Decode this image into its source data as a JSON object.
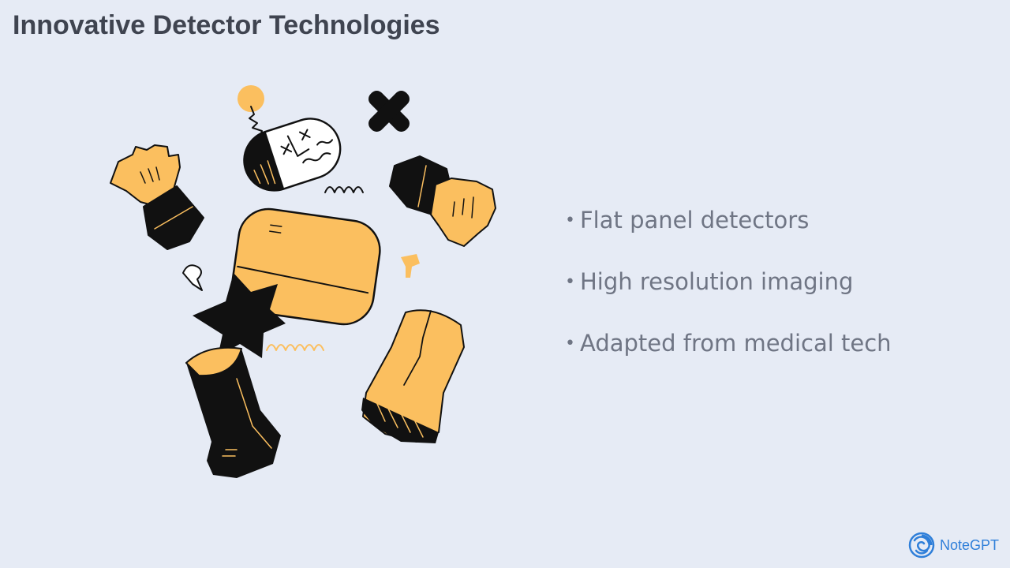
{
  "slide": {
    "title": "Innovative Detector Technologies",
    "bullets": [
      {
        "text": "Flat panel detectors"
      },
      {
        "text": "High resolution imaging"
      },
      {
        "text": "Adapted from medical tech"
      }
    ],
    "watermark": {
      "text": "NoteGPT",
      "icon": "swirl-logo-icon"
    }
  },
  "colors": {
    "background": "#e6ebf5",
    "title": "#3f4450",
    "bullet_text": "#6f7584",
    "illustration_yellow": "#fbbf5f",
    "illustration_black": "#111111",
    "watermark": "#2f7fd9"
  },
  "illustration": {
    "icon": "broken-robot-illustration-icon"
  }
}
